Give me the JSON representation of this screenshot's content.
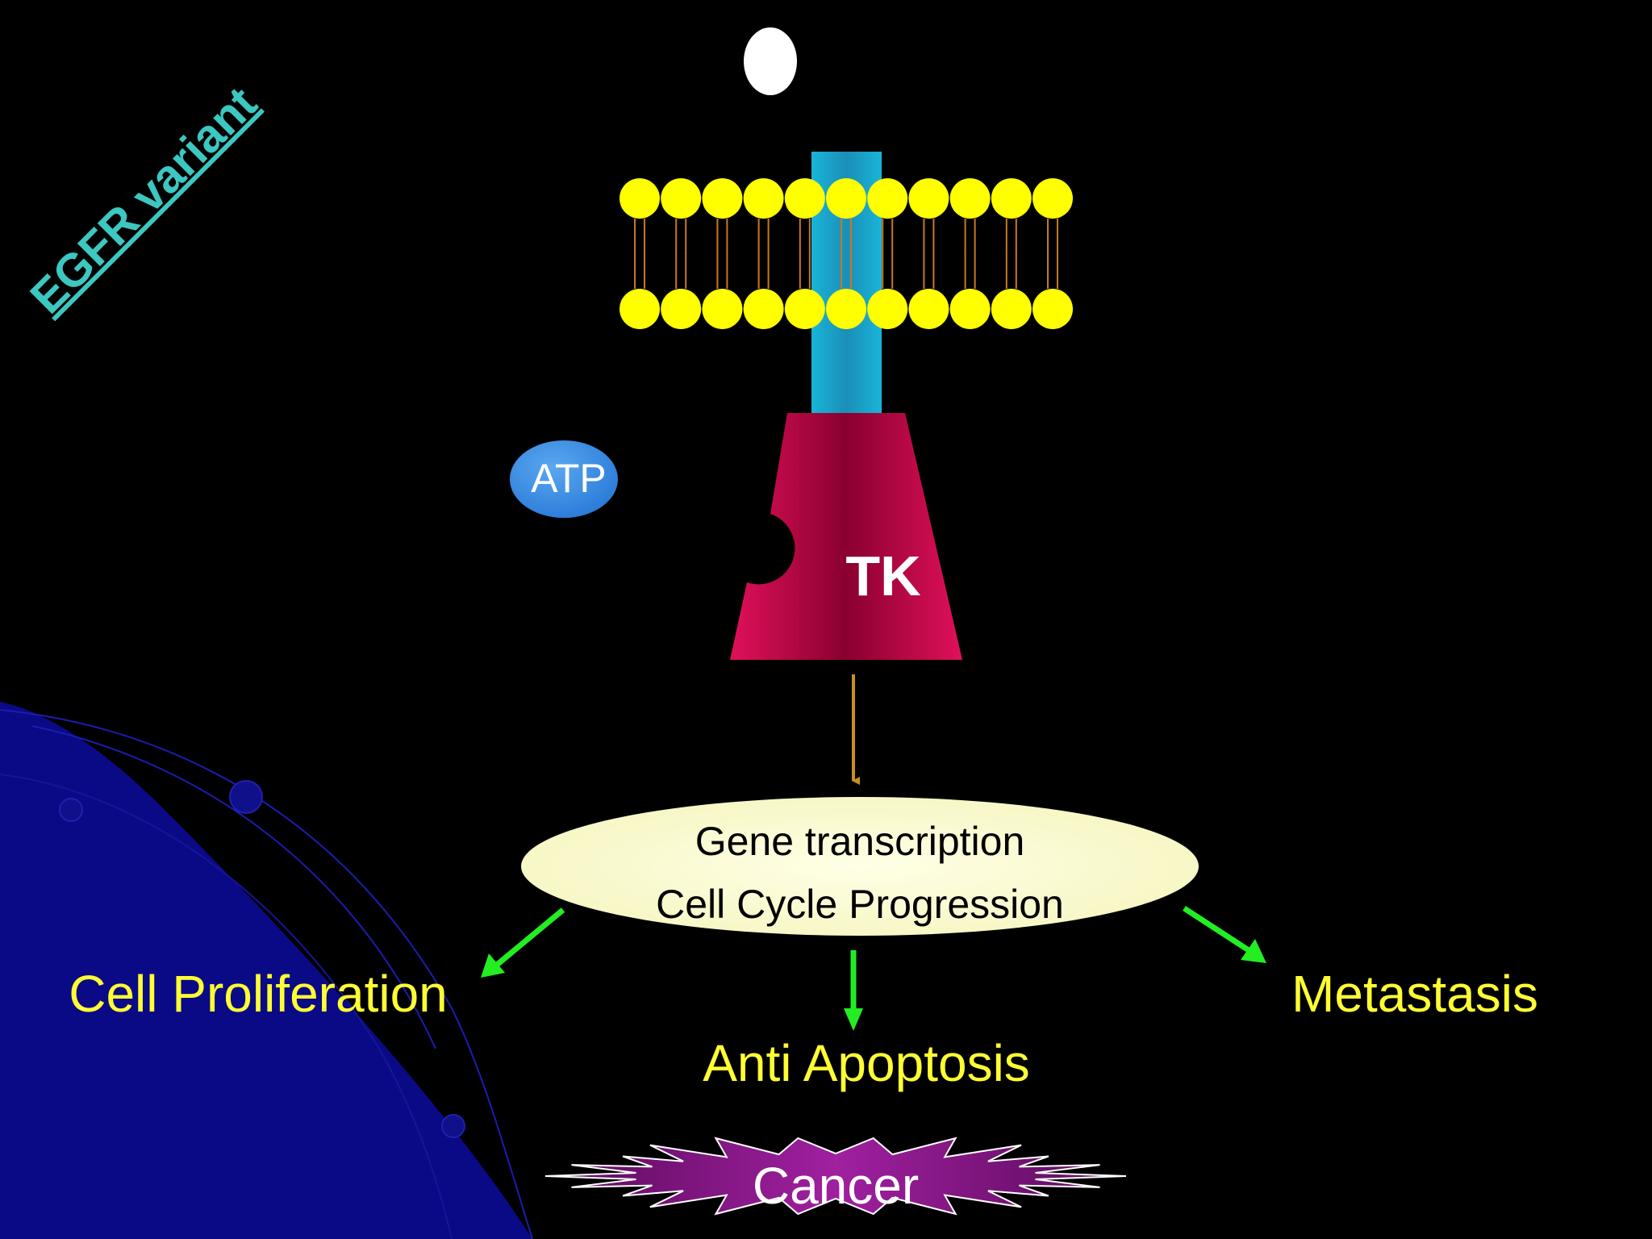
{
  "slide": {
    "title": "EGFR variant",
    "receptor_domain_label": "TK",
    "atp_label": "ATP",
    "nucleus": {
      "line1": "Gene transcription",
      "line2": "Cell Cycle Progression"
    },
    "outcomes": {
      "left": "Cell Proliferation",
      "center": "Anti Apoptosis",
      "right": "Metastasis"
    },
    "result_label": "Cancer"
  },
  "colors": {
    "background": "#000000",
    "title_text": "#3cc7c0",
    "phospholipid_head": "#ffff00",
    "phospholipid_tail": "#c8781e",
    "transmembrane_domain": "#1aa0c8",
    "tk_domain": "#d00050",
    "atp_bubble": "#3a8ee8",
    "signal_arrow": "#c8901e",
    "nucleus_fill": "#fbfbcf",
    "outcome_arrow": "#22ee22",
    "outcome_text": "#ffff33",
    "cancer_burst": "#8a1a8a",
    "corner_shape": "#0a0a8a"
  }
}
